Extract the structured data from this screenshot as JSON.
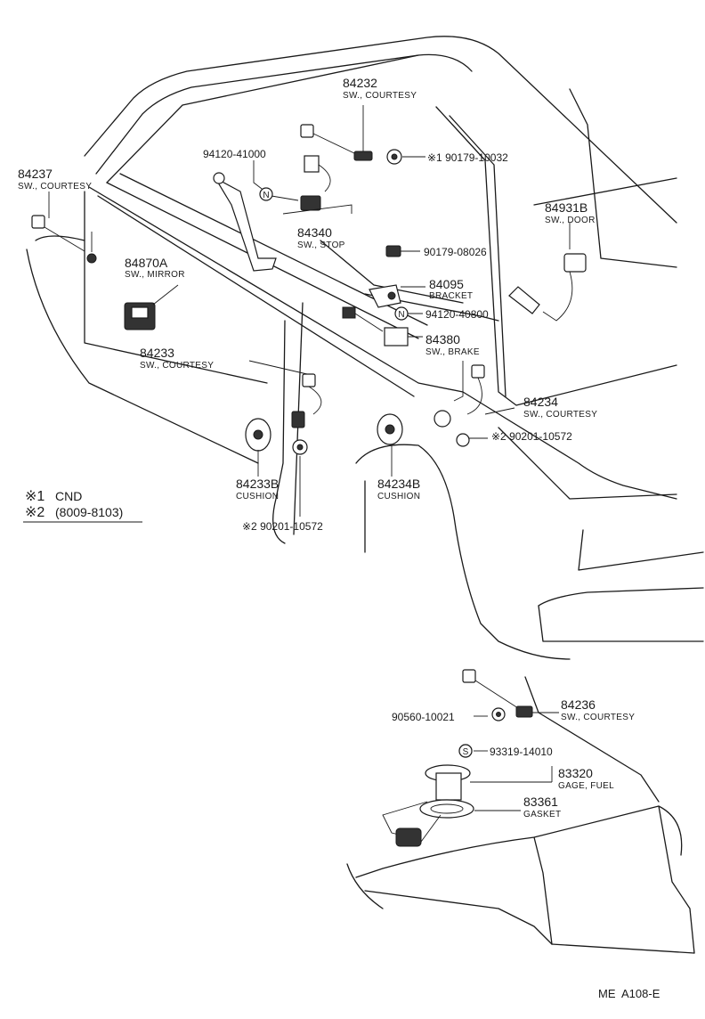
{
  "parts": [
    {
      "id": "p84232",
      "number": "84232",
      "desc": "SW., COURTESY"
    },
    {
      "id": "p90179a",
      "number": "※1 90179-10032",
      "desc": ""
    },
    {
      "id": "p94120a",
      "number": "94120-41000",
      "desc": ""
    },
    {
      "id": "p84237",
      "number": "84237",
      "desc": "SW., COURTESY"
    },
    {
      "id": "p84931b",
      "number": "84931B",
      "desc": "SW., DOOR"
    },
    {
      "id": "p84340",
      "number": "84340",
      "desc": "SW., STOP"
    },
    {
      "id": "p90179b",
      "number": "90179-08026",
      "desc": ""
    },
    {
      "id": "p84870a",
      "number": "84870A",
      "desc": "SW., MIRROR"
    },
    {
      "id": "p84095",
      "number": "84095",
      "desc": "BRACKET"
    },
    {
      "id": "p94120b",
      "number": "94120-40800",
      "desc": ""
    },
    {
      "id": "p84380",
      "number": "84380",
      "desc": "SW., BRAKE"
    },
    {
      "id": "p84233",
      "number": "84233",
      "desc": "SW., COURTESY"
    },
    {
      "id": "p84234",
      "number": "84234",
      "desc": "SW., COURTESY"
    },
    {
      "id": "p90201a",
      "number": "※2 90201-10572",
      "desc": ""
    },
    {
      "id": "p84233b",
      "number": "84233B",
      "desc": "CUSHION"
    },
    {
      "id": "p84234b",
      "number": "84234B",
      "desc": "CUSHION"
    },
    {
      "id": "p90201b",
      "number": "※2 90201-10572",
      "desc": ""
    },
    {
      "id": "p84236",
      "number": "84236",
      "desc": "SW., COURTESY"
    },
    {
      "id": "p90560",
      "number": "90560-10021",
      "desc": ""
    },
    {
      "id": "p93319",
      "number": "93319-14010",
      "desc": ""
    },
    {
      "id": "p83320",
      "number": "83320",
      "desc": "GAGE, FUEL"
    },
    {
      "id": "p83361",
      "number": "83361",
      "desc": "GASKET"
    }
  ],
  "legend": [
    {
      "mark": "※1",
      "text": "CND"
    },
    {
      "mark": "※2",
      "text": "(8009-8103)"
    }
  ],
  "footer_code": "ME  A108-E",
  "symbols": {
    "nut": "N",
    "screw": "S"
  }
}
